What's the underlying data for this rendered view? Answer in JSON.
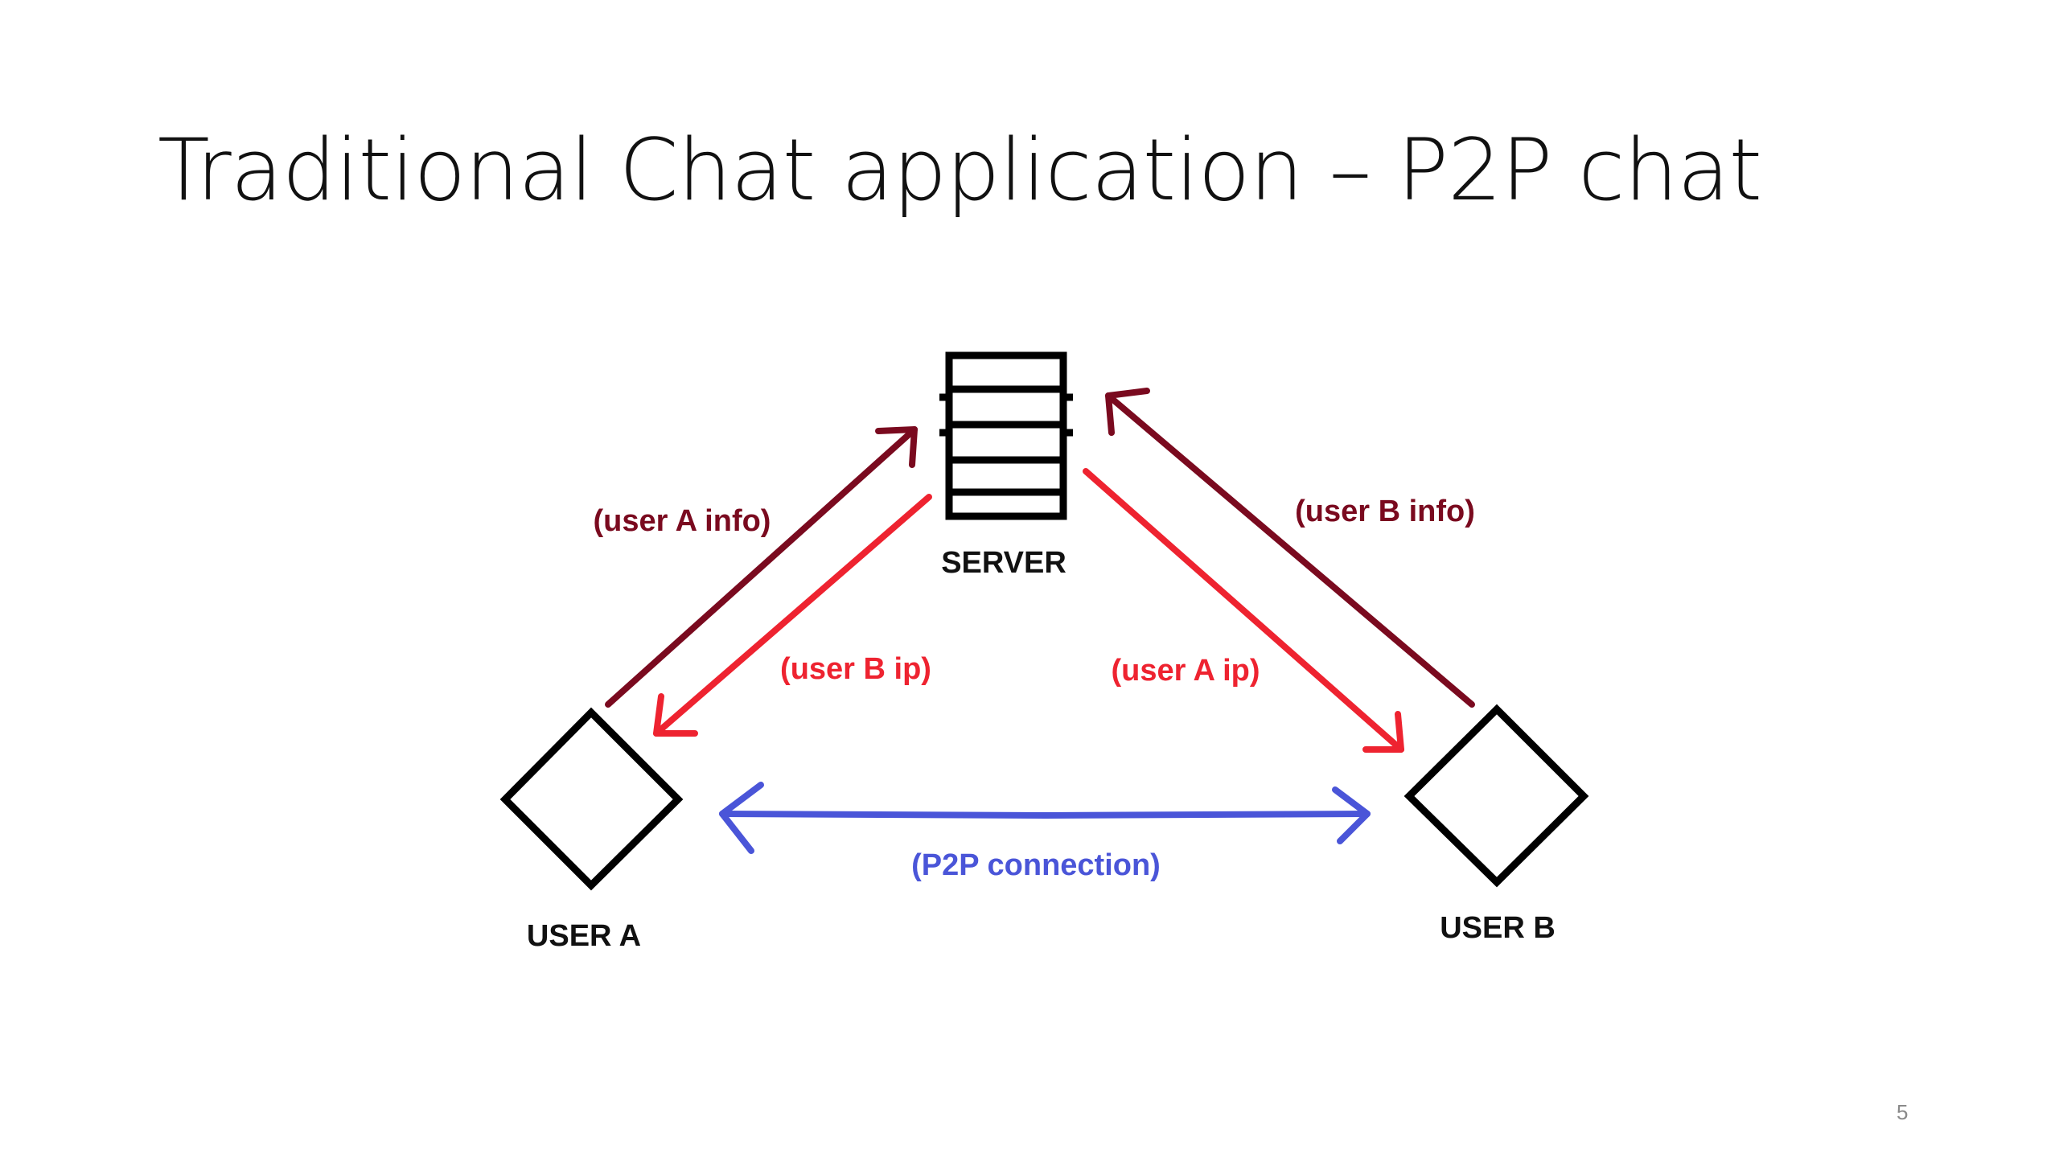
{
  "slide": {
    "title": "Traditional Chat application – P2P chat",
    "page_number": "5"
  },
  "diagram": {
    "nodes": {
      "server": "SERVER",
      "user_a": "USER A",
      "user_b": "USER B"
    },
    "edges": {
      "user_a_info": "(user A info)",
      "user_b_ip": "(user B ip)",
      "user_b_info": "(user B info)",
      "user_a_ip": "(user A ip)",
      "p2p_connection": "(P2P connection)"
    },
    "colors": {
      "info_arrow": "#7a0a1f",
      "ip_arrow": "#ee2330",
      "p2p_arrow": "#4a55d8",
      "node_stroke": "#000000"
    }
  }
}
